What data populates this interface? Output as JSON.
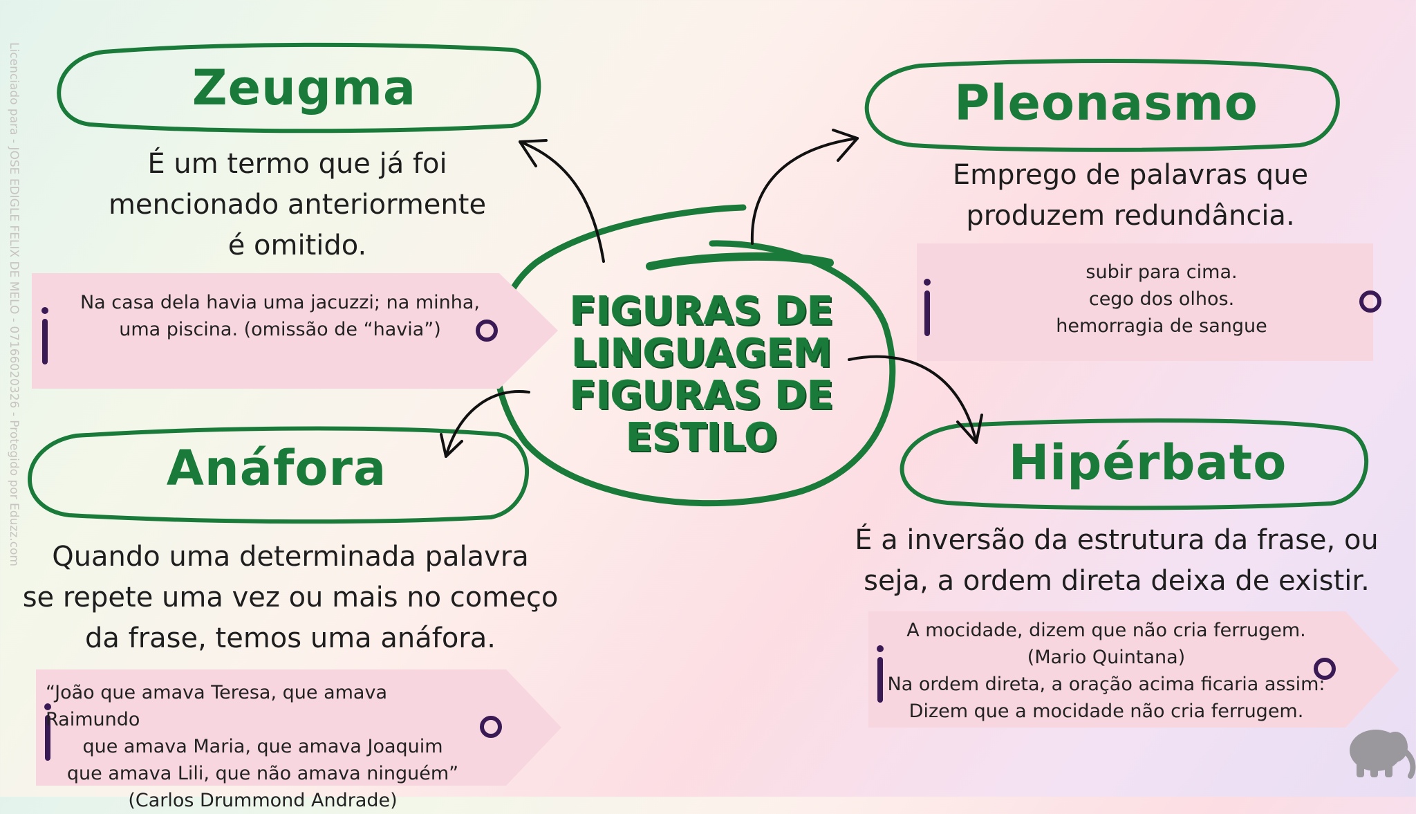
{
  "center": {
    "lines": [
      "FIGURAS DE",
      "LINGUAGEM",
      "FIGURAS DE",
      "ESTILO"
    ]
  },
  "watermark": "Licenciado para - JOSE EDIGLE FELIX DE MELO - 07166020326 - Protegido por Eduzz.com",
  "zeugma": {
    "title": "Zeugma",
    "desc": [
      "É um termo que já foi",
      "mencionado anteriormente",
      "é omitido."
    ],
    "example": [
      "Na casa dela havia uma jacuzzi; na minha,",
      "uma piscina. (omissão de “havia”)"
    ]
  },
  "pleonasmo": {
    "title": "Pleonasmo",
    "desc": [
      "Emprego de palavras que",
      "produzem redundância."
    ],
    "example": [
      "subir para cima.",
      "cego dos olhos.",
      "hemorragia de sangue"
    ]
  },
  "anafora": {
    "title": "Anáfora",
    "desc": [
      "Quando uma determinada palavra",
      "se repete uma vez ou mais no começo",
      "da frase, temos uma anáfora."
    ],
    "example": [
      "“João que amava Teresa, que amava Raimundo",
      "que amava Maria, que amava Joaquim",
      "que amava Lili, que não amava ninguém”",
      "(Carlos Drummond Andrade)"
    ]
  },
  "hiperbato": {
    "title": "Hipérbato",
    "desc": [
      "É a inversão da estrutura da frase, ou",
      "seja, a ordem direta deixa de existir."
    ],
    "example": [
      "A mocidade, dizem que não cria ferrugem.",
      "(Mario Quintana)",
      "Na ordem direta, a oração acima ficaria assim:",
      "Dizem que a mocidade não cria ferrugem."
    ]
  },
  "colors": {
    "green": "#1a7a3a",
    "card": "#f8d6e0",
    "icon": "#3a1a55"
  }
}
